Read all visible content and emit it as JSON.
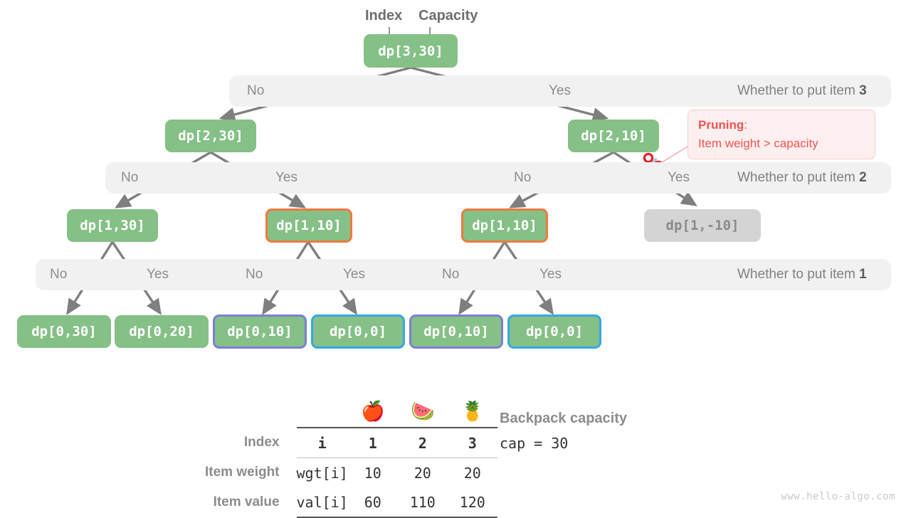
{
  "annotations": {
    "index_label": "Index",
    "capacity_label": "Capacity"
  },
  "pruning": {
    "title": "Pruning",
    "colon": ":",
    "reason": "Item weight > capacity",
    "scissors_icon": "scissors-icon"
  },
  "bands": [
    {
      "name": "item-3",
      "label_prefix": "Whether to put item ",
      "label_number": "3",
      "choices": [
        {
          "text": "No"
        },
        {
          "text": "Yes"
        }
      ]
    },
    {
      "name": "item-2",
      "label_prefix": "Whether to put item ",
      "label_number": "2",
      "choices": [
        {
          "text": "No"
        },
        {
          "text": "Yes"
        },
        {
          "text": "No"
        },
        {
          "text": "Yes"
        }
      ]
    },
    {
      "name": "item-1",
      "label_prefix": "Whether to put item ",
      "label_number": "1",
      "choices": [
        {
          "text": "No"
        },
        {
          "text": "Yes"
        },
        {
          "text": "No"
        },
        {
          "text": "Yes"
        },
        {
          "text": "No"
        },
        {
          "text": "Yes"
        }
      ]
    }
  ],
  "nodes": {
    "root": {
      "label": "dp[3,30]"
    },
    "level2": [
      {
        "label": "dp[2,30]"
      },
      {
        "label": "dp[2,10]"
      }
    ],
    "level3": [
      {
        "label": "dp[1,30]"
      },
      {
        "label": "dp[1,10]"
      },
      {
        "label": "dp[1,10]"
      },
      {
        "label": "dp[1,-10]"
      }
    ],
    "level4": [
      {
        "label": "dp[0,30]"
      },
      {
        "label": "dp[0,20]"
      },
      {
        "label": "dp[0,10]"
      },
      {
        "label": "dp[0,0]"
      },
      {
        "label": "dp[0,10]"
      },
      {
        "label": "dp[0,0]"
      }
    ]
  },
  "table": {
    "emojis": [
      "🍎",
      "🍉",
      "🍍"
    ],
    "rows": [
      {
        "label": "Index",
        "key": "i",
        "values": [
          "1",
          "2",
          "3"
        ]
      },
      {
        "label": "Item weight",
        "key": "wgt[i]",
        "values": [
          "10",
          "20",
          "20"
        ]
      },
      {
        "label": "Item value",
        "key": "val[i]",
        "values": [
          "60",
          "110",
          "120"
        ]
      }
    ]
  },
  "capacity_note": {
    "title": "Backpack capacity",
    "code": "cap = 30"
  },
  "watermark": "www.hello-algo.com",
  "colors": {
    "node_green": "#85c087",
    "node_dim": "#d4d4d4",
    "border_orange": "#f2783c",
    "border_purple": "#7b7fd4",
    "border_blue": "#34a8e6",
    "band_bg": "#f1f1f1",
    "edge_grey": "#7f7f7f",
    "accent_red": "#ef5350"
  }
}
